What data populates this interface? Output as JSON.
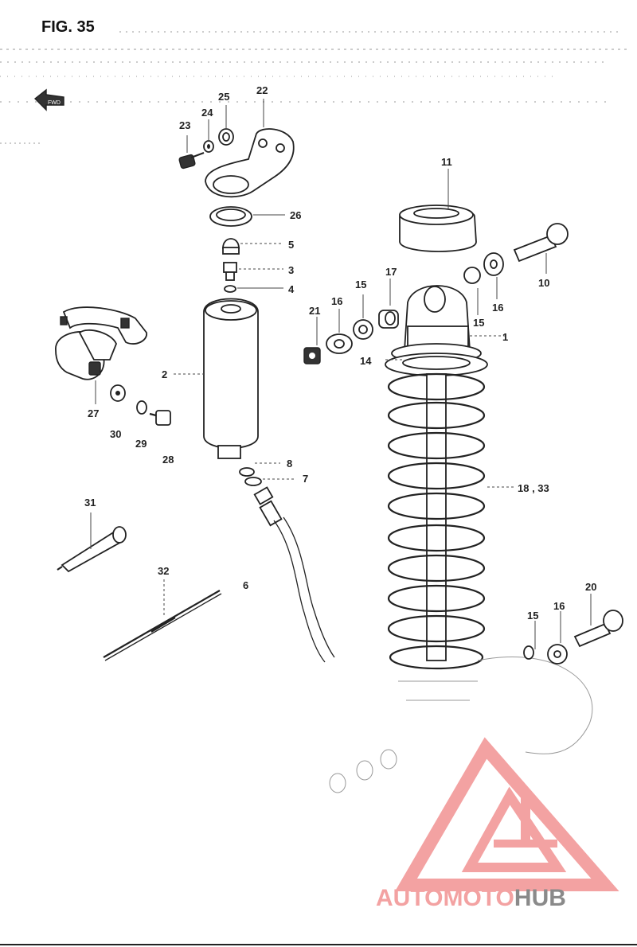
{
  "figure": {
    "title": "FIG. 35",
    "front_arrow": "FWD"
  },
  "callouts": [
    {
      "id": "c1",
      "text": "1"
    },
    {
      "id": "c2",
      "text": "2"
    },
    {
      "id": "c3",
      "text": "3"
    },
    {
      "id": "c4",
      "text": "4"
    },
    {
      "id": "c5",
      "text": "5"
    },
    {
      "id": "c6",
      "text": "6"
    },
    {
      "id": "c7",
      "text": "7"
    },
    {
      "id": "c8",
      "text": "8"
    },
    {
      "id": "c10",
      "text": "10"
    },
    {
      "id": "c11",
      "text": "11"
    },
    {
      "id": "c14",
      "text": "14"
    },
    {
      "id": "c15a",
      "text": "15"
    },
    {
      "id": "c15b",
      "text": "15"
    },
    {
      "id": "c15c",
      "text": "15"
    },
    {
      "id": "c16a",
      "text": "16"
    },
    {
      "id": "c16b",
      "text": "16"
    },
    {
      "id": "c16c",
      "text": "16"
    },
    {
      "id": "c17",
      "text": "17"
    },
    {
      "id": "c18",
      "text": "18 , 33"
    },
    {
      "id": "c20",
      "text": "20"
    },
    {
      "id": "c21",
      "text": "21"
    },
    {
      "id": "c22",
      "text": "22"
    },
    {
      "id": "c23",
      "text": "23"
    },
    {
      "id": "c24",
      "text": "24"
    },
    {
      "id": "c25",
      "text": "25"
    },
    {
      "id": "c26",
      "text": "26"
    },
    {
      "id": "c27",
      "text": "27"
    },
    {
      "id": "c28",
      "text": "28"
    },
    {
      "id": "c29",
      "text": "29"
    },
    {
      "id": "c30",
      "text": "30"
    },
    {
      "id": "c31",
      "text": "31"
    },
    {
      "id": "c32",
      "text": "32"
    }
  ],
  "watermark": {
    "part1": "AUTO",
    "part2": "MOTO",
    "part3": "HUB",
    "red": "#f3a2a2",
    "gray": "#8a8a8a"
  }
}
